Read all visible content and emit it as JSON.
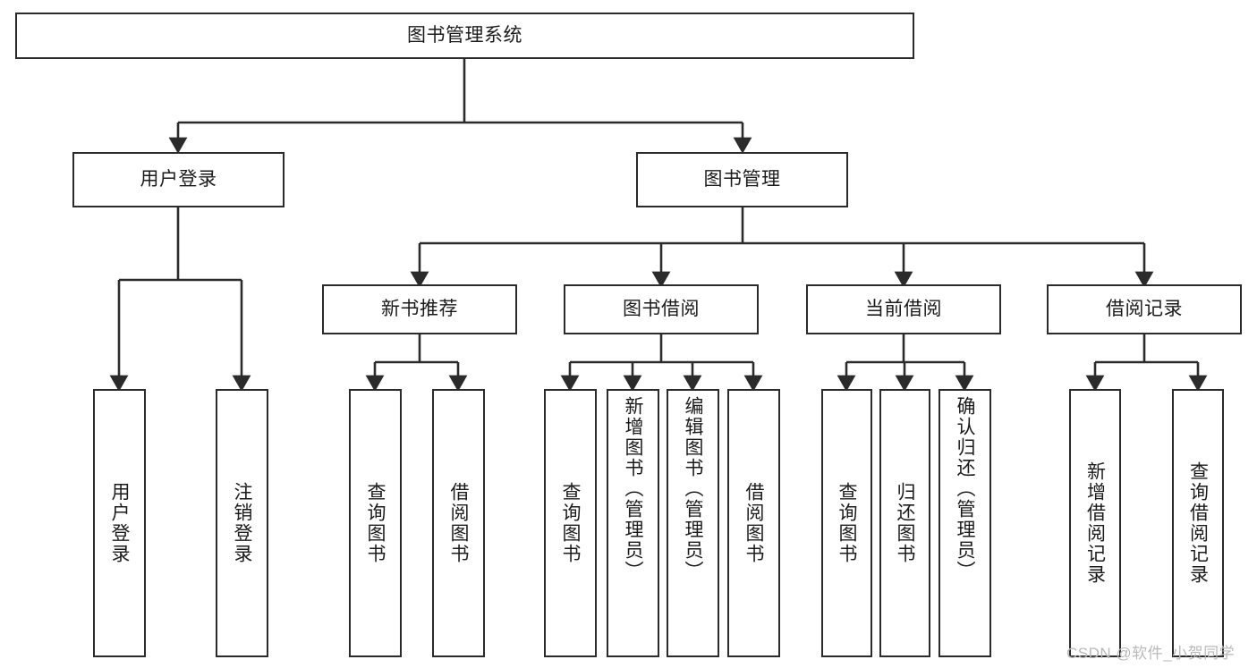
{
  "diagram": {
    "type": "tree-hierarchy-diagram",
    "title": "图书管理系统",
    "watermark": "CSDN @软件_小贺同学",
    "colors": {
      "box_border": "#2b2b2b",
      "box_fill": "#ffffff",
      "connector": "#2b2b2b",
      "text": "#1b1b1b",
      "watermark": "#b9b9b9",
      "background": "#ffffff"
    },
    "nodes": {
      "root": {
        "label": "图书管理系统"
      },
      "level2": [
        {
          "id": "user-login",
          "label": "用户登录"
        },
        {
          "id": "book-manage",
          "label": "图书管理"
        }
      ],
      "level3": [
        {
          "id": "new-book-recommend",
          "label": "新书推荐"
        },
        {
          "id": "book-borrow",
          "label": "图书借阅"
        },
        {
          "id": "current-borrow",
          "label": "当前借阅"
        },
        {
          "id": "borrow-record",
          "label": "借阅记录"
        }
      ],
      "leaves": {
        "user-login": [
          {
            "id": "leaf-user-login",
            "label": "用户登录"
          },
          {
            "id": "leaf-logout-login",
            "label": "注销登录"
          }
        ],
        "new-book-recommend": [
          {
            "id": "leaf-query-book-1",
            "label": "查询图书"
          },
          {
            "id": "leaf-borrow-book-1",
            "label": "借阅图书"
          }
        ],
        "book-borrow": [
          {
            "id": "leaf-query-book-2",
            "label": "查询图书"
          },
          {
            "id": "leaf-add-book",
            "label": "新增图书（管理员）"
          },
          {
            "id": "leaf-edit-book",
            "label": "编辑图书（管理员）"
          },
          {
            "id": "leaf-borrow-book-2",
            "label": "借阅图书"
          }
        ],
        "current-borrow": [
          {
            "id": "leaf-query-book-3",
            "label": "查询图书"
          },
          {
            "id": "leaf-return-book",
            "label": "归还图书"
          },
          {
            "id": "leaf-confirm-return",
            "label": "确认归还（管理员）"
          }
        ],
        "borrow-record": [
          {
            "id": "leaf-add-record",
            "label": "新增借阅记录"
          },
          {
            "id": "leaf-query-record",
            "label": "查询借阅记录"
          }
        ]
      }
    }
  }
}
